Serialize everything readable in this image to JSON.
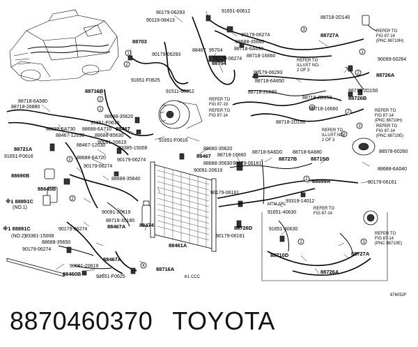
{
  "caption": {
    "part_number": "8870460370",
    "brand": "TOYOTA"
  },
  "figure_code": "876052F",
  "legend": {
    "cc": "※1 CCC"
  },
  "note_labels": [
    "REFER TO",
    "FIG 87-14",
    "(PNC 88710H)",
    "REFER TO",
    "FIG 87-19",
    "REFER TO",
    "FIG 87-14",
    "(PNC 88710H)",
    "REFER TO",
    "ILLUST NO.",
    "2 OF 3",
    "REFER TO",
    "ILLUST NO.",
    "2 OF 3",
    "REFER TO",
    "FIG 87-14",
    "(PNC 88710E)",
    "MTM ARL",
    "REFER TO",
    "FIG 87-14",
    "REFER TO",
    "FIG 87-14",
    "(PNC 88710E)",
    "REFER TO",
    "FIG 87-14"
  ],
  "callouts": [
    "1",
    "2",
    "3",
    "1",
    "2",
    "2",
    "1",
    "2",
    "2",
    "1",
    "2",
    "3",
    "3",
    "2",
    "1",
    "3",
    "4"
  ],
  "part_labels": [
    "91651-60612",
    "90179-06293",
    "90119-08413",
    "88718-2D140",
    "88703",
    "90179-06274",
    "88727A",
    "88688-35660",
    "88467",
    "95704",
    "88718-6A690",
    "90179-06293",
    "88718-16660",
    "90179-06274",
    "88704",
    "90179-06293",
    "88718-6A650",
    "90099-00264",
    "88716B",
    "91651-F0625",
    "88718-6A580",
    "91511-60612",
    "88718-26880",
    "88718-26680",
    "88726A",
    "88718-2D150",
    "88718-2D150",
    "88726B",
    "88688-35620",
    "91651-F0616",
    "88718-16660",
    "88688-6A730",
    "88688-6A710",
    "88467",
    "88467-12030",
    "88688-35630",
    "88718-2D150",
    "90091-20619",
    "03385-15008",
    "91651-F0616",
    "88680-35620",
    "88721A",
    "88467-12030",
    "88718-16660",
    "88718-6A6D0",
    "88467",
    "88718-6A680",
    "90179-06274",
    "88578-60260",
    "91651-F0616",
    "88688-6A720",
    "88688-35630",
    "88727B",
    "88715G",
    "90179-06161",
    "88690B",
    "90179-06274",
    "90091-20619",
    "88688-6A040",
    "88688-35640",
    "88699A",
    "90179-06161",
    "88645B",
    "※1 88891C",
    "(NO.1)",
    "93319-14012",
    "90179-06161",
    "90091-20619",
    "88718-35180",
    "91651-40630",
    "88467A",
    "88474",
    "88726D",
    "90179-06274",
    "90179-06161",
    "91651-40630",
    "※1 88891C",
    "(NO.2)",
    "93381-15008",
    "88688-35650",
    "88710D",
    "90179-06274",
    "88461A",
    "88727A",
    "88467A",
    "90091-20619",
    "88716A",
    "88726A",
    "88460B",
    "91651-F0625"
  ]
}
